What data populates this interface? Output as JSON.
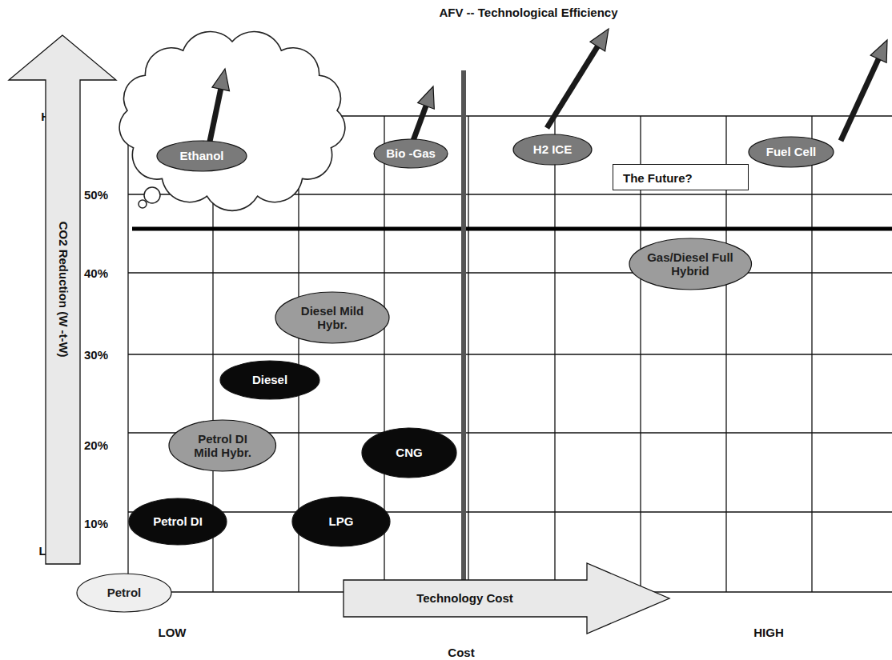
{
  "diagram": {
    "title": "AFV -- Technological Efficiency",
    "nodes": [
      {
        "text": [
          "CO2 Reduction (W -t-W)"
        ]
      },
      {
        "text": [
          "Ethanol"
        ]
      },
      {
        "text": [
          "Bio -Gas"
        ]
      },
      {
        "text": [
          "H2 ICE"
        ]
      },
      {
        "text": [
          "Fuel Cell"
        ]
      },
      {
        "text": [
          "The Future?"
        ]
      },
      {
        "text": [
          "Gas/Diesel Full Hybrid"
        ]
      },
      {
        "text": [
          "Diesel Mild Hybr."
        ]
      },
      {
        "text": [
          "Diesel"
        ]
      },
      {
        "text": [
          "Petrol DI Mild Hybr."
        ]
      },
      {
        "text": [
          "CNG"
        ]
      },
      {
        "text": [
          "Petrol DI"
        ]
      },
      {
        "text": [
          "LPG"
        ]
      },
      {
        "text": [
          "Petrol"
        ]
      },
      {
        "text": [
          "Technology Cost"
        ]
      }
    ],
    "labels": [
      "HIGH",
      "50%",
      "40%",
      "30%",
      "20%",
      "10%",
      "LOW",
      "LOW",
      "Cost",
      "HIGH"
    ]
  }
}
